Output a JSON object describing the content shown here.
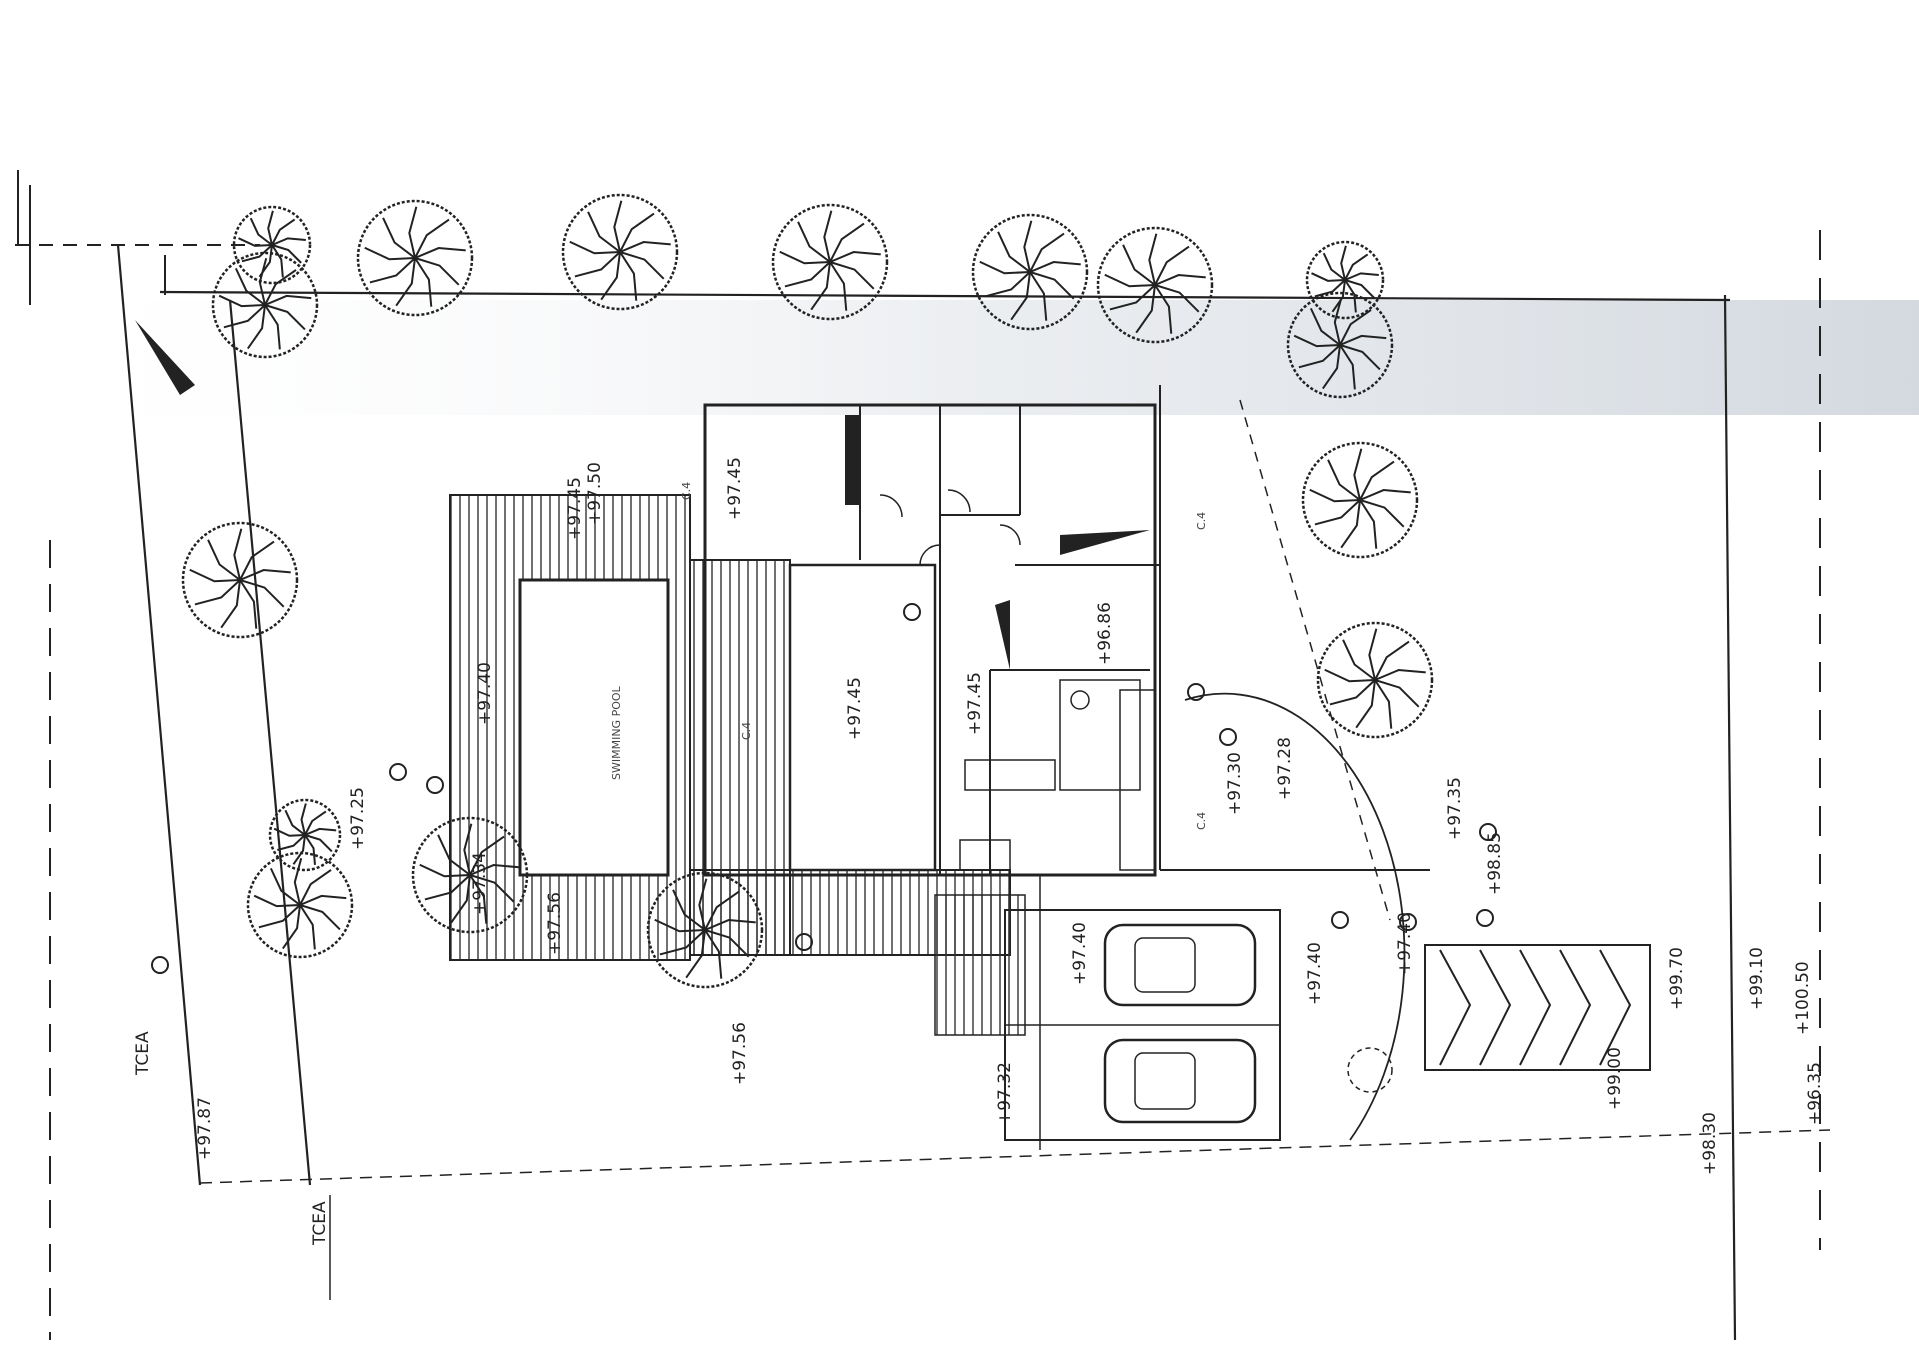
{
  "site_plan": {
    "pool_label": "SWIMMING POOL",
    "levels": [
      "+97.25",
      "+97.40",
      "+97.56",
      "+97.45",
      "+97.50",
      "+97.45",
      "+97.45",
      "+97.32",
      "+97.40",
      "+97.40",
      "+97.35",
      "+98.85",
      "+97.30",
      "+97.28",
      "+99.00",
      "+99.70",
      "+99.10",
      "+100.50",
      "+98.30",
      "+96.35",
      "+97.34",
      "+97.56",
      "+97.40",
      "+96.86",
      "+97.45",
      "+97.87"
    ],
    "side_labels": [
      "TCEA",
      "TCEA"
    ],
    "room_codes": [
      "C.4",
      "C.4",
      "C.4",
      "C.4"
    ]
  },
  "colors": {
    "line": "#222222",
    "faint": "#b8b8b8",
    "paper": "#ffffff",
    "band": "#d9dde3"
  },
  "icons": [
    "tree-icon",
    "car-icon",
    "north-arrow-icon",
    "survey-point-icon"
  ]
}
